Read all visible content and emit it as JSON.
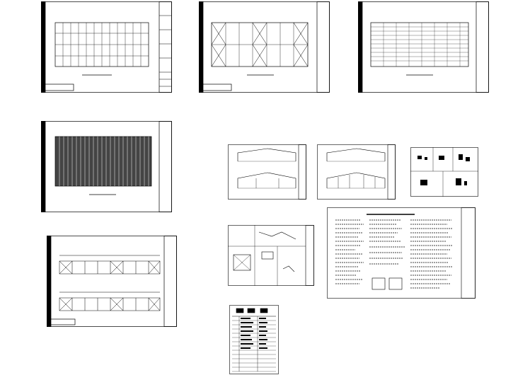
{
  "drawing_set": {
    "colors": {
      "line": "#000000",
      "paper": "#ffffff"
    },
    "sheets": [
      {
        "id": "s1",
        "kind": "grid-plan-bays",
        "title": ""
      },
      {
        "id": "s2",
        "kind": "bracing-plan",
        "title": ""
      },
      {
        "id": "s3",
        "kind": "purlin-plan",
        "title": ""
      },
      {
        "id": "s4",
        "kind": "roof-panel-plan",
        "title": ""
      },
      {
        "id": "s5",
        "kind": "elevations",
        "title": ""
      },
      {
        "id": "s6",
        "kind": "frame-sections-a",
        "title": ""
      },
      {
        "id": "s7",
        "kind": "frame-sections-b",
        "title": ""
      },
      {
        "id": "s8",
        "kind": "details-grid",
        "title": ""
      },
      {
        "id": "s9",
        "kind": "connection-details",
        "title": ""
      },
      {
        "id": "s10",
        "kind": "general-notes",
        "title": ""
      },
      {
        "id": "s11",
        "kind": "drawing-index",
        "title": ""
      }
    ]
  }
}
